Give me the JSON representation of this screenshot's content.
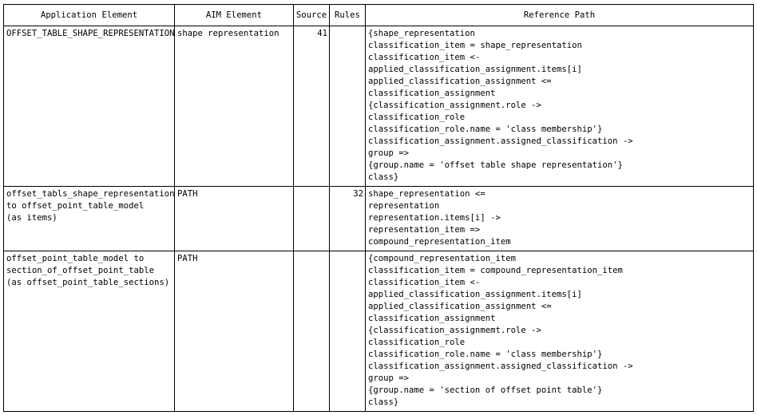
{
  "table": {
    "headers": {
      "application_element": "Application  Element",
      "aim_element": "AIM  Element",
      "source": "Source",
      "rules": "Rules",
      "reference_path": "Reference Path"
    },
    "rows": [
      {
        "application_element": [
          "OFFSET_TABLE_SHAPE_REPRESENTATION"
        ],
        "aim_element": "shape representation",
        "source": "41",
        "rules": "",
        "reference_path": [
          "{shape_representation",
          "classification_item = shape_representation",
          "classification_item <-",
          "applied_classification_assignment.items[i]",
          "applied_classification_assignment <=",
          "classification_assignment",
          "{classification_assignment.role ->",
          "classification_role",
          "classification_role.name = 'class membership'}",
          "classification_assignment.assigned_classification ->",
          "group =>",
          "{group.name = 'offset table shape representation'}",
          "class}"
        ]
      },
      {
        "application_element": [
          "offset_tabls_shape_representation",
          "to offset_point_table_model",
          "(as items)"
        ],
        "aim_element": "PATH",
        "source": "",
        "rules": "32",
        "reference_path": [
          "shape_representation <=",
          "representation",
          "representation.items[i] ->",
          "representation_item =>",
          "compound_representation_item"
        ]
      },
      {
        "application_element": [
          "offset_point_table_model to",
          "section_of_offset_point_table",
          "(as offset_point_table_sections)"
        ],
        "aim_element": "PATH",
        "source": "",
        "rules": "",
        "reference_path": [
          "{compound_representation_item",
          "classification_item = compound_representation_item",
          "classification_item <-",
          "applied_classification_assignment.items[i]",
          "applied_classification_assignment <=",
          "classification_assignment",
          "{classification_assignmemt.role ->",
          "classification_role",
          "classification_role.name = 'class membership'}",
          "classification_assignment.assigned_classification ->",
          "group =>",
          "{group.name = 'section of offset point table'}",
          "class}"
        ]
      }
    ]
  }
}
